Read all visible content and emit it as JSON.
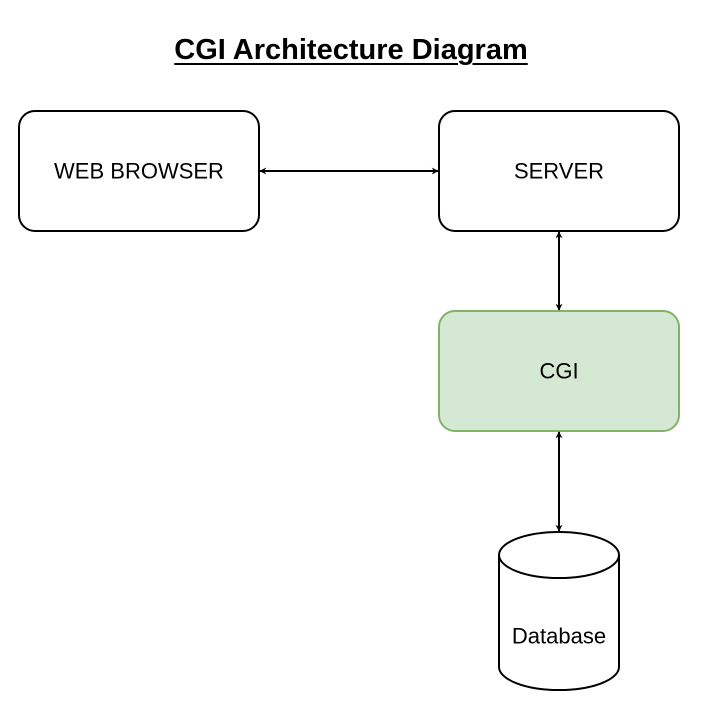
{
  "title": "CGI Architecture Diagram",
  "nodes": {
    "web_browser": {
      "label": "WEB BROWSER"
    },
    "server": {
      "label": "SERVER"
    },
    "cgi": {
      "label": "CGI",
      "fill": "#d5e8d4",
      "stroke": "#82b366"
    },
    "database": {
      "label": "Database"
    }
  },
  "edges": [
    {
      "from": "WEB BROWSER",
      "to": "SERVER",
      "direction": "both"
    },
    {
      "from": "SERVER",
      "to": "CGI",
      "direction": "both"
    },
    {
      "from": "CGI",
      "to": "Database",
      "direction": "both"
    }
  ],
  "colors": {
    "stroke": "#000000",
    "background": "#ffffff"
  }
}
